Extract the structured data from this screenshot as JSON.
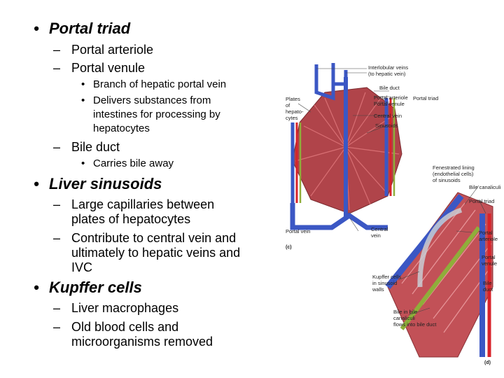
{
  "slide": {
    "sections": [
      {
        "heading": "Portal triad",
        "items": [
          {
            "text": "Portal arteriole"
          },
          {
            "text": "Portal venule",
            "subitems": [
              "Branch of hepatic portal vein",
              "Delivers substances from",
              "intestines for processing by",
              "hepatocytes"
            ]
          },
          {
            "text": "Bile duct",
            "subitems": [
              "Carries bile away"
            ]
          }
        ]
      },
      {
        "heading": "Liver sinusoids",
        "items": [
          {
            "lines": [
              "Large capillaries between",
              "plates of hepatocytes"
            ]
          },
          {
            "lines": [
              "Contribute to central vein and",
              "ultimately to hepatic veins and",
              "IVC"
            ]
          }
        ]
      },
      {
        "heading": "Kupffer cells",
        "items": [
          {
            "lines": [
              "Liver macrophages"
            ]
          },
          {
            "lines": [
              "Old blood cells and",
              "microorganisms removed"
            ]
          }
        ]
      }
    ],
    "bullet_l1": "•",
    "dash": "–",
    "bullet_l3": "•"
  },
  "figure": {
    "labels": {
      "interlobular": [
        "Interlobular veins",
        "(to hepatic vein)"
      ],
      "plates": [
        "Plates",
        "of",
        "hepato-",
        "cytes"
      ],
      "bile_duct": "Bile duct",
      "portal_arteriole": "Portal arteriole",
      "portal_venule": "Portal venule",
      "portal_triad": "Portal triad",
      "central_vein": "Central vein",
      "sinusoids": "Sinusoids",
      "fenestrated": [
        "Fenestrated lining",
        "(endothelial cells)",
        "of sinusoids"
      ],
      "bile_canaliculi": "Bile canaliculi",
      "portal_triad_2": "Portal triad",
      "portal_vein": "Portal vein",
      "central_vein_2": [
        "Central",
        "vein"
      ],
      "portal_arteriole_2": [
        "Portal",
        "arteriole"
      ],
      "portal_venule_2": [
        "Portal",
        "venule"
      ],
      "kupffer": [
        "Kupffer cells",
        "in sinusoid",
        "walls"
      ],
      "bile_duct_2": [
        "Bile",
        "duct"
      ],
      "bile_flow": [
        "Bile in bile",
        "canaliculi",
        "flows into bile duct"
      ],
      "panel_c": "(c)",
      "panel_d": "(d)"
    },
    "colors": {
      "vein": "#3b57c4",
      "artery": "#d8232a",
      "bile": "#8fae3a",
      "tissue": "#b0444a"
    }
  }
}
